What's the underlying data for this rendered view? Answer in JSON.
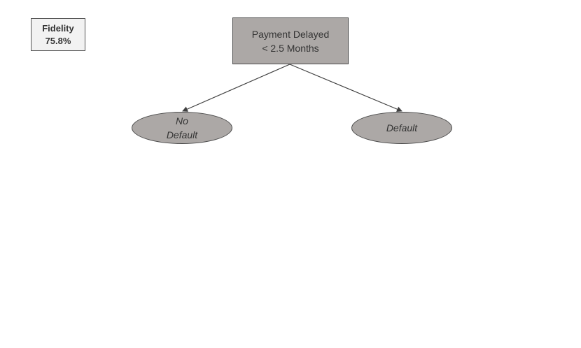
{
  "fidelity": {
    "label": "Fidelity",
    "value": "75.8%"
  },
  "root": {
    "line1": "Payment Delayed",
    "line2": "< 2.5 Months"
  },
  "leaves": {
    "left": {
      "line1": "No",
      "line2": "Default"
    },
    "right": {
      "line1": "Default"
    }
  },
  "colors": {
    "node_fill": "#aca8a6",
    "fidelity_fill": "#f2f2f2",
    "edge": "#404040"
  }
}
